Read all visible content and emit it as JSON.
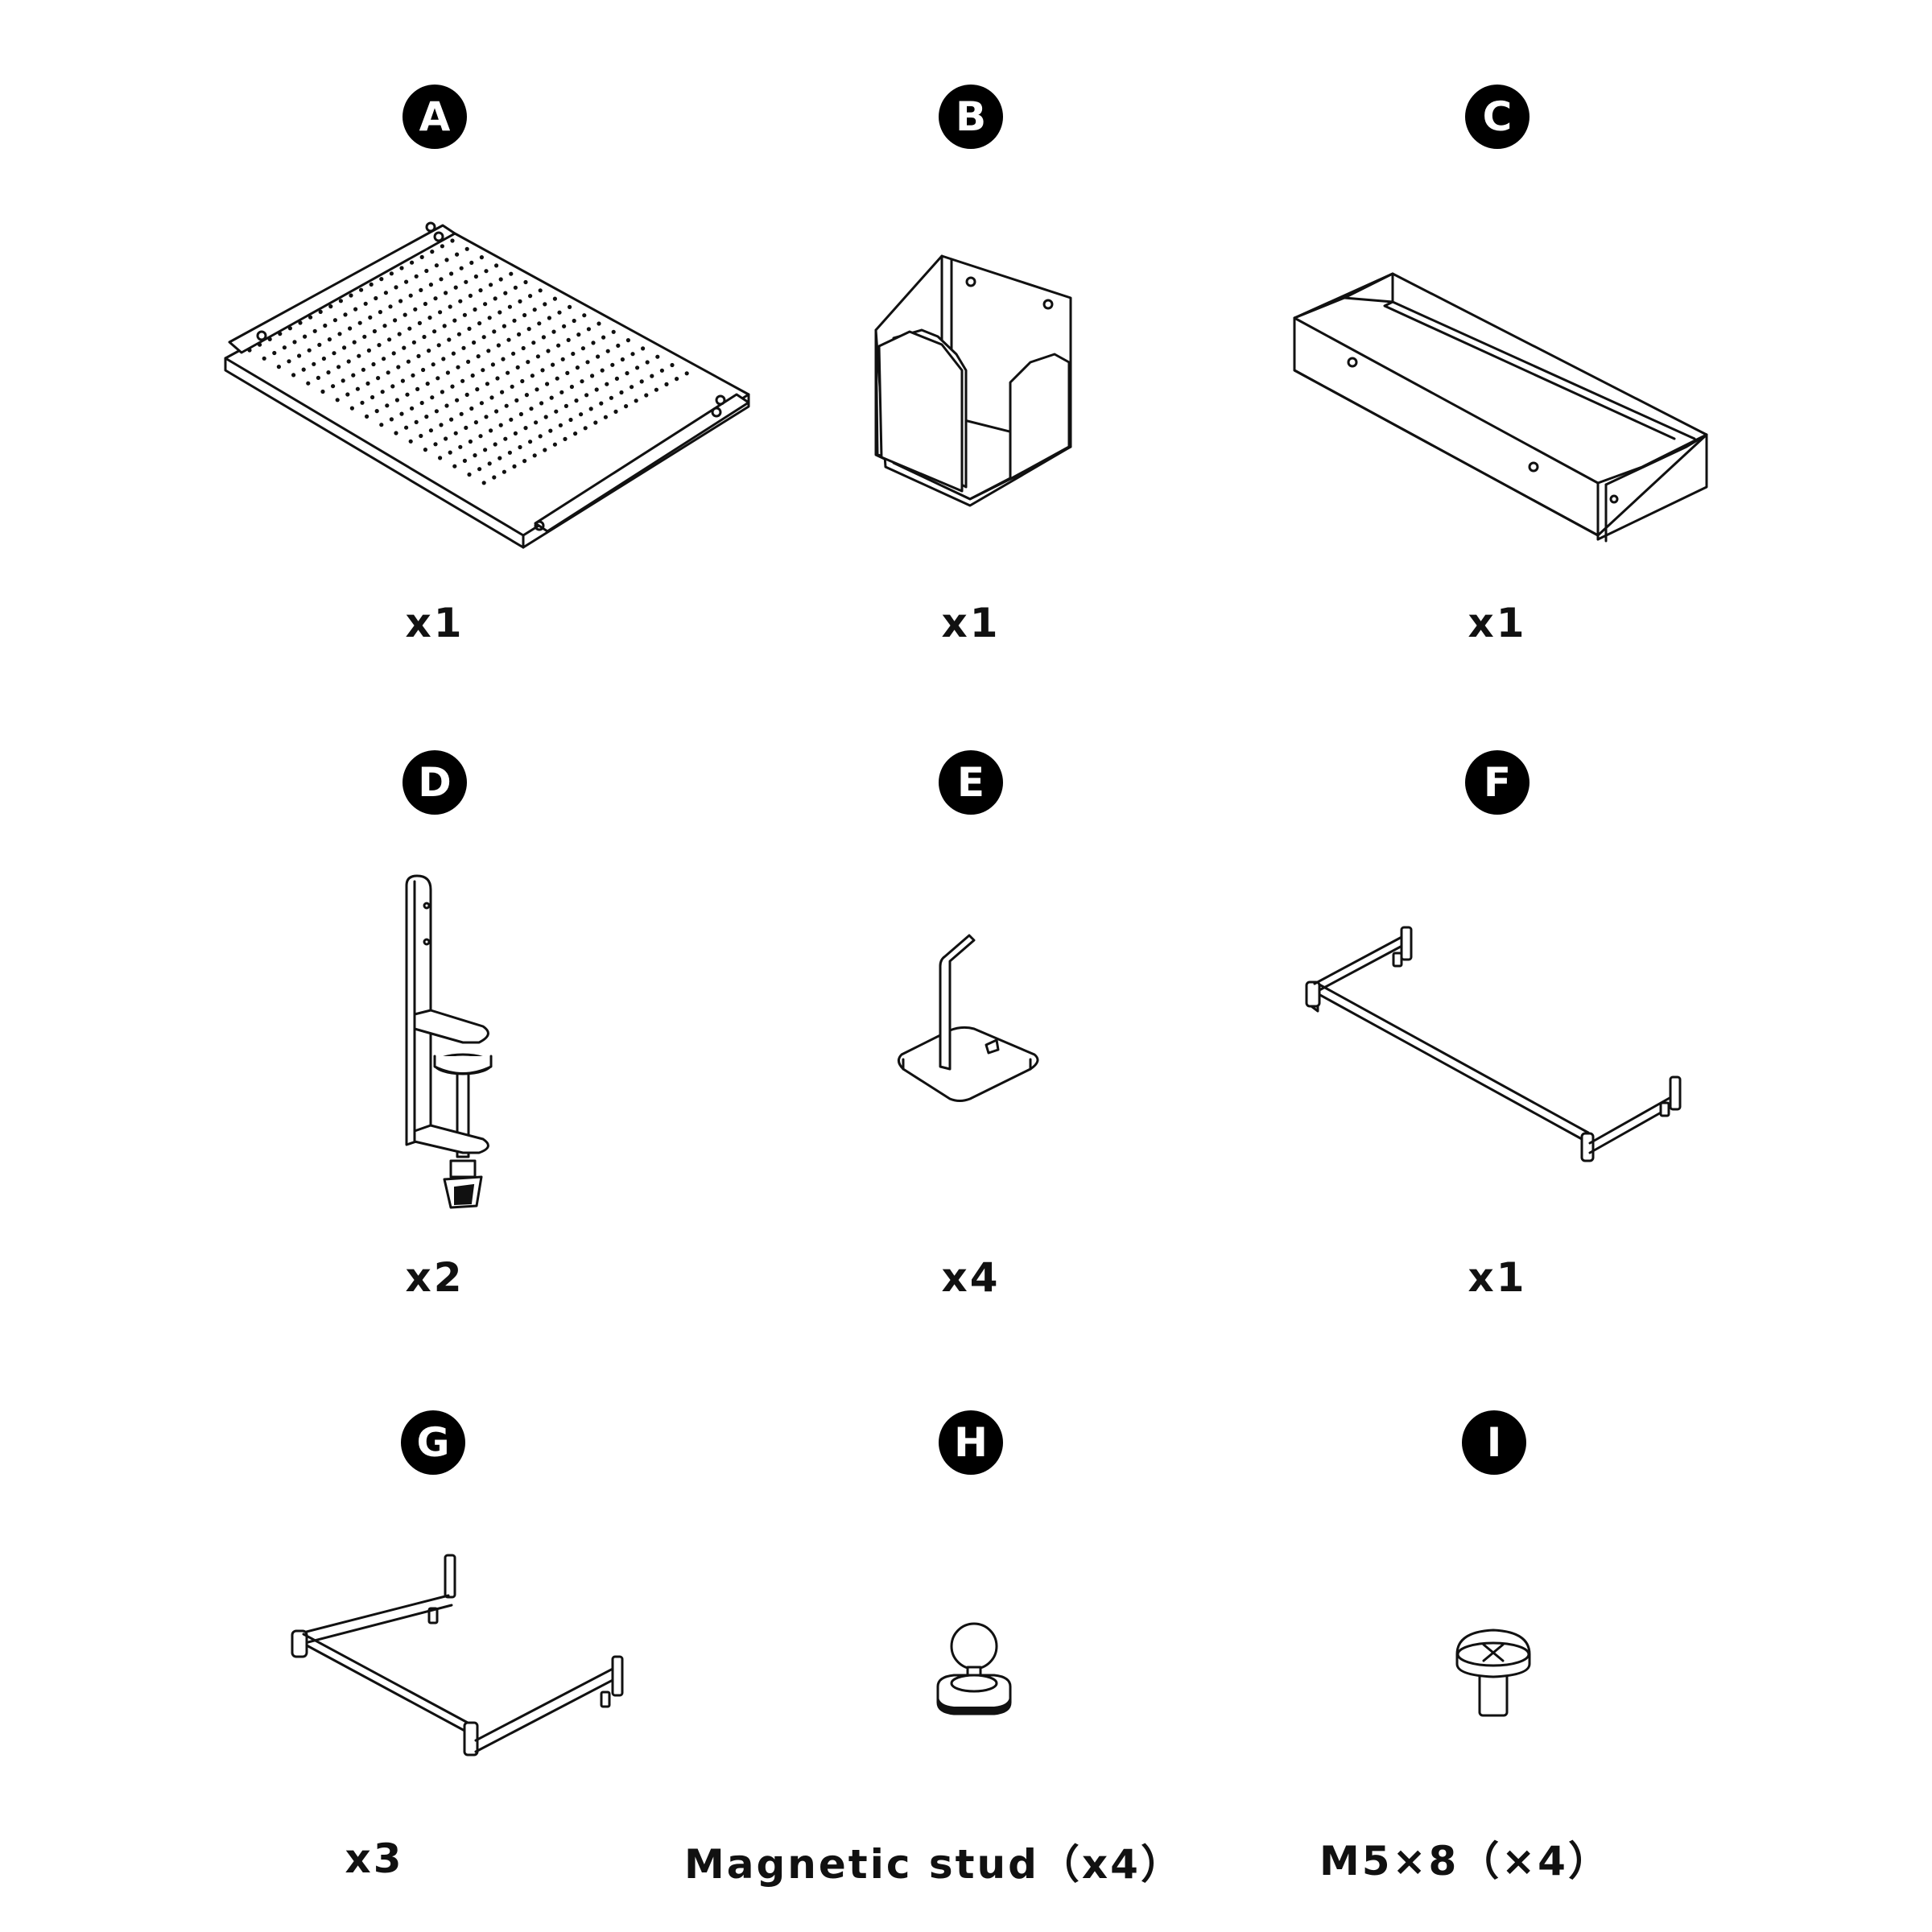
{
  "parts": [
    {
      "letter": "A",
      "qty": "x1"
    },
    {
      "letter": "B",
      "qty": "x1"
    },
    {
      "letter": "C",
      "qty": "x1"
    },
    {
      "letter": "D",
      "qty": "x2"
    },
    {
      "letter": "E",
      "qty": "x4"
    },
    {
      "letter": "F",
      "qty": "x1"
    },
    {
      "letter": "G",
      "qty": "x3"
    },
    {
      "letter": "H",
      "qty": "Magnetic stud（x4）"
    },
    {
      "letter": "I",
      "qty": "M5×8（×4）"
    }
  ]
}
